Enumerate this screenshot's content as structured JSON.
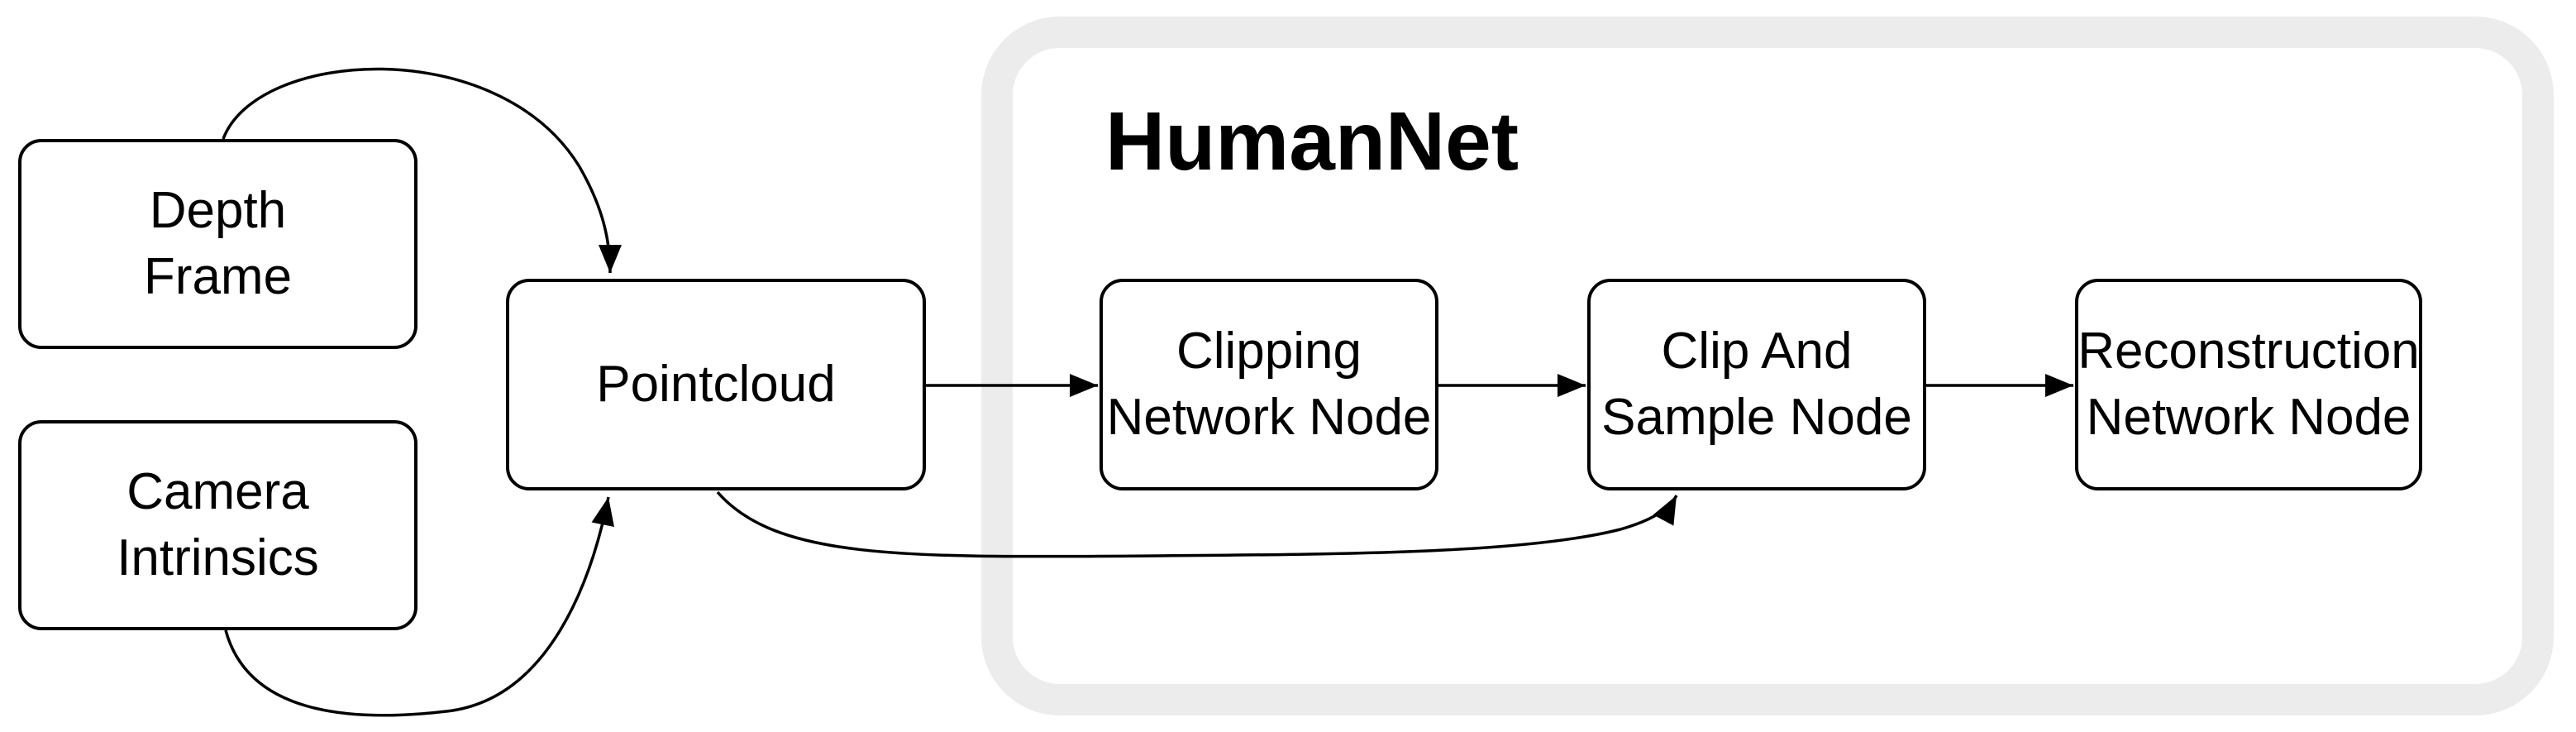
{
  "diagram": {
    "title": "HumanNet",
    "nodes": {
      "depth_frame": {
        "lines": [
          "Depth",
          "Frame"
        ]
      },
      "camera_intrinsics": {
        "lines": [
          "Camera",
          "Intrinsics"
        ]
      },
      "pointcloud": {
        "lines": [
          "Pointcloud"
        ]
      },
      "clipping": {
        "lines": [
          "Clipping",
          "Network Node"
        ]
      },
      "clip_sample": {
        "lines": [
          "Clip And",
          "Sample Node"
        ]
      },
      "reconstruction": {
        "lines": [
          "Reconstruction",
          "Network Node"
        ]
      }
    },
    "edges": [
      "depth_frame -> pointcloud",
      "camera_intrinsics -> pointcloud",
      "pointcloud -> clipping",
      "pointcloud -> clip_sample",
      "clipping -> clip_sample",
      "clip_sample -> reconstruction"
    ],
    "colors": {
      "container_border": "#ececec",
      "stroke": "#000000",
      "node_fill": "#ffffff",
      "background": "#ffffff"
    }
  }
}
